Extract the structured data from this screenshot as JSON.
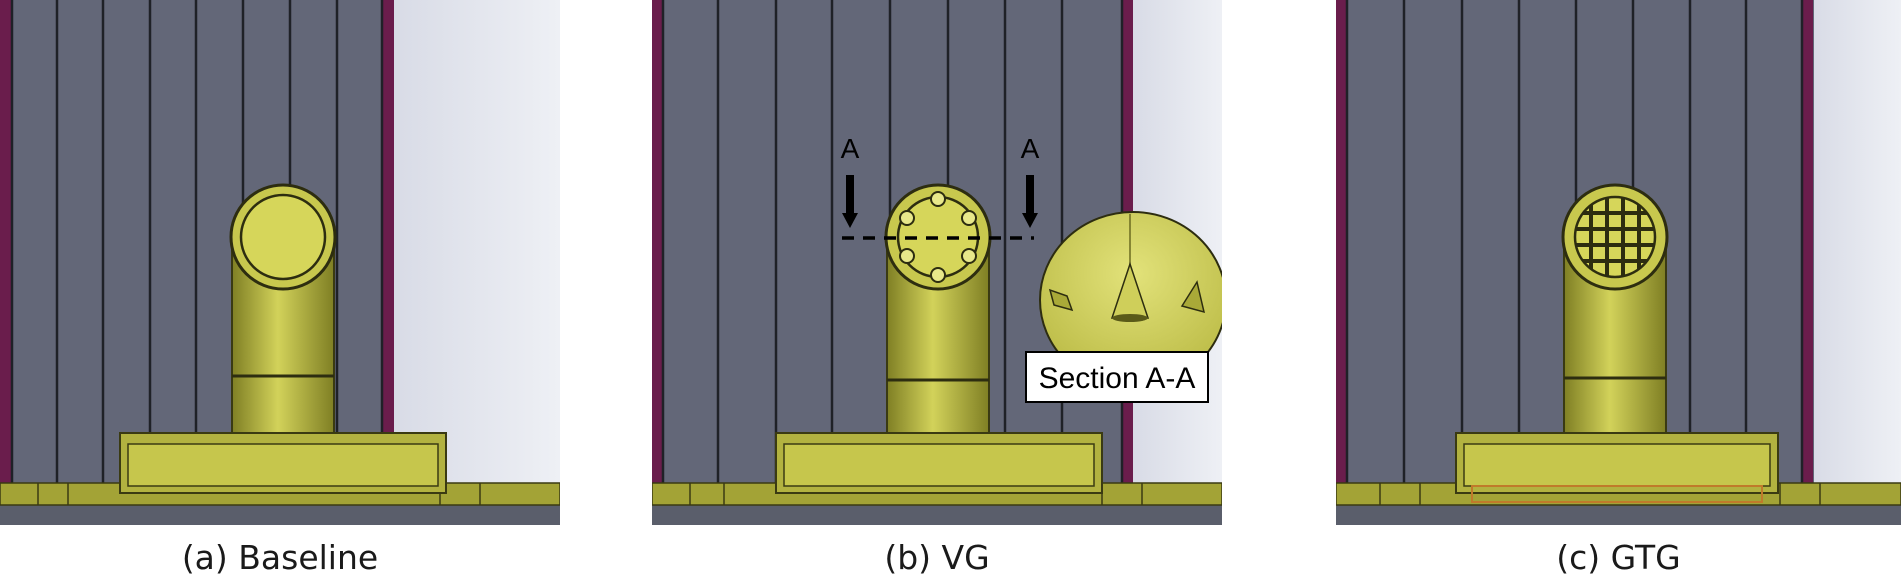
{
  "panels": [
    {
      "caption": "(a) Baseline"
    },
    {
      "caption": "(b) VG"
    },
    {
      "caption": "(c) GTG"
    }
  ],
  "section": {
    "marker": "A",
    "label": "Section A-A"
  },
  "colors": {
    "wall": "#636778",
    "panel_line": "#23252b",
    "magenta_edge": "#6a1d4c",
    "background_right": "#e4e7ef",
    "yellow": "#b3b33c",
    "yellow_light": "#d6d65a",
    "yellow_dark": "#7d7d22"
  }
}
